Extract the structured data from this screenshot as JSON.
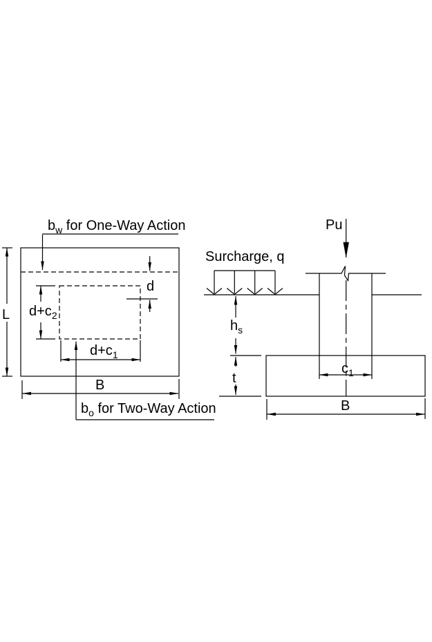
{
  "plan": {
    "one_way": {
      "base": "b",
      "sub": "w",
      "rest": " for One-Way Action"
    },
    "two_way": {
      "base": "b",
      "sub": "o",
      "rest": " for Two-Way Action"
    },
    "dim_L": "L",
    "dim_B": "B",
    "dim_d": "d",
    "dim_d_c1": {
      "base": "d+c",
      "sub": "1"
    },
    "dim_d_c2": {
      "base": "d+c",
      "sub": "2"
    }
  },
  "elevation": {
    "load": "Pu",
    "surcharge": "Surcharge, q",
    "dim_hs": {
      "base": "h",
      "sub": "s"
    },
    "dim_t": "t",
    "dim_c1": {
      "base": "c",
      "sub": "1"
    },
    "dim_B": "B"
  },
  "colors": {
    "line": "#000000",
    "background": "#ffffff",
    "column_fill": "#000000"
  }
}
